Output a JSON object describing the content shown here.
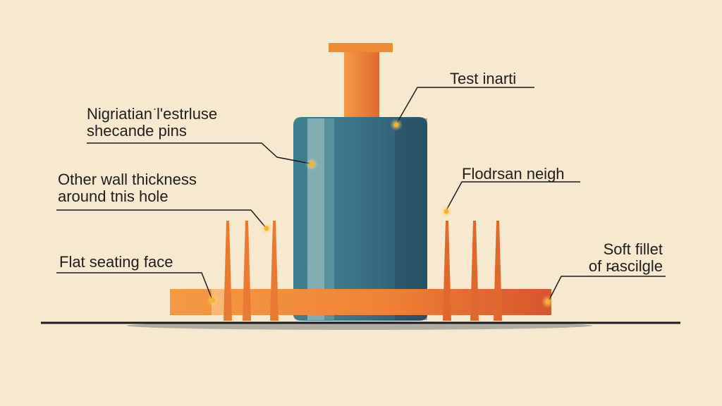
{
  "labels": {
    "test_insert": "Test inarti",
    "migration_pins": {
      "line1": "Nigriatian͘ l'estrluse",
      "line2": "shecande pins"
    },
    "wall_thickness": {
      "line1": "Other wall thickness",
      "line2": "around tnis hole"
    },
    "flodrsan": "Flodrsan neigh",
    "flat_face": "Flat seating face",
    "soft_fillet": {
      "line1": "Soft fillet",
      "line2": "of r̵ascilgle"
    }
  },
  "colors": {
    "background": "#f7e9cf",
    "orange": "#f08a34",
    "orange_dark": "#d8582e",
    "teal": "#3f7d8d",
    "teal_dark": "#2f5f73",
    "teal_light": "#5aa0aa",
    "marker": "#f2b233",
    "line": "#1c1c1c"
  }
}
